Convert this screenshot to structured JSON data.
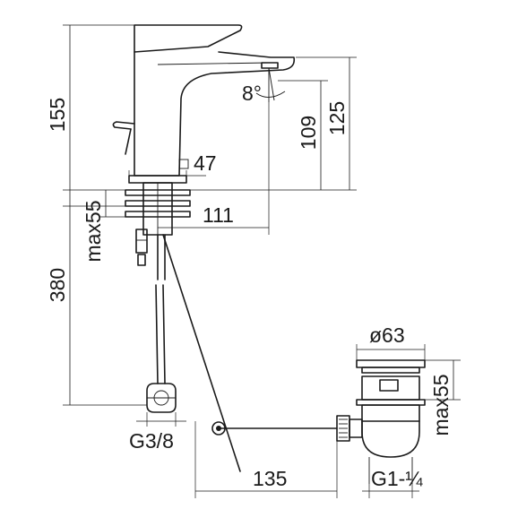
{
  "dimensions": {
    "tap_height": "155",
    "spout_angle": "8°",
    "spout_height": "109",
    "tap_total": "125",
    "base_square": "47",
    "spout_reach": "111",
    "deck_thickness": "max55",
    "hose_length": "380",
    "hose_thread": "G3/8",
    "waste_diameter": "ø63",
    "waste_thickness": "max55",
    "rod_length": "135",
    "waste_thread": "G1-¼"
  }
}
